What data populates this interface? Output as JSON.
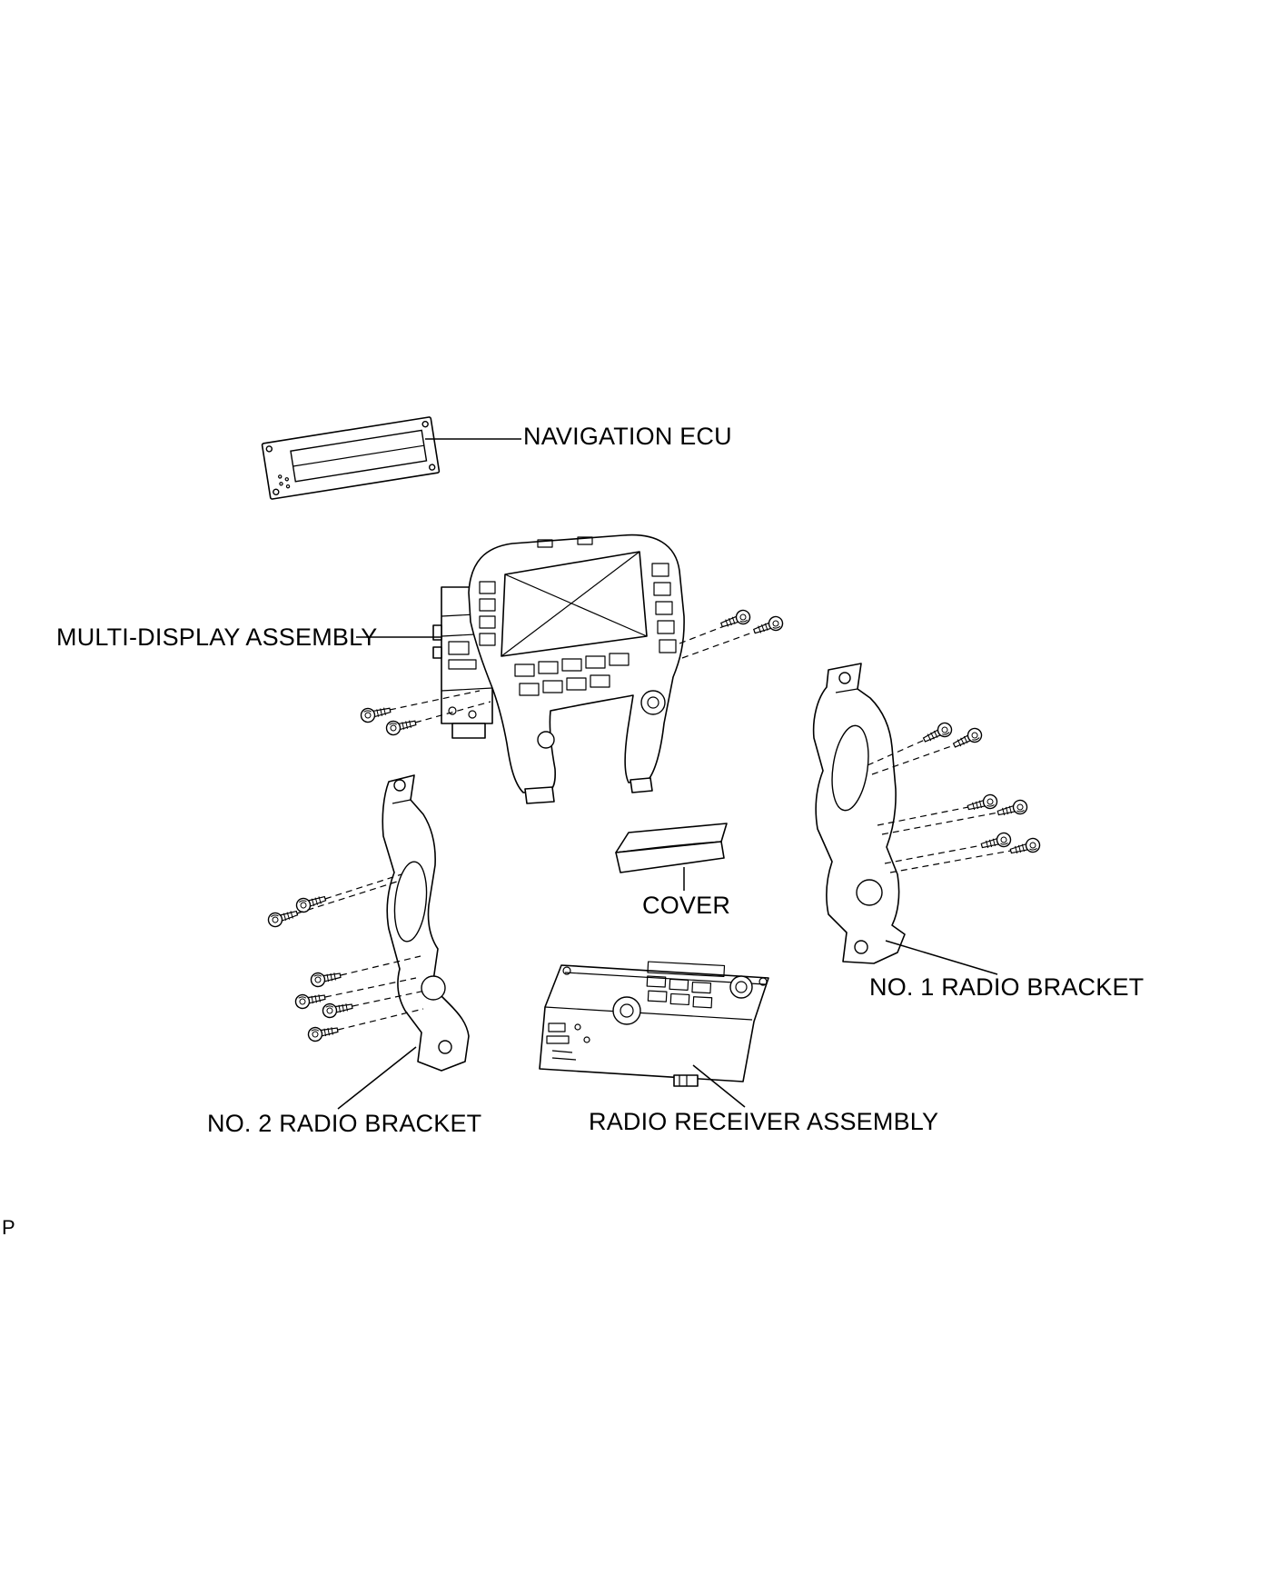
{
  "page": {
    "background": "#ffffff",
    "line_color": "#000000",
    "corner_mark": "P"
  },
  "diagram": {
    "type": "exploded-parts-diagram",
    "labels": {
      "navigation_ecu": "NAVIGATION ECU",
      "multi_display_assembly": "MULTI-DISPLAY ASSEMBLY",
      "cover": "COVER",
      "no1_radio_bracket": "NO. 1 RADIO BRACKET",
      "no2_radio_bracket": "NO. 2 RADIO BRACKET",
      "radio_receiver_assembly": "RADIO RECEIVER ASSEMBLY"
    }
  }
}
